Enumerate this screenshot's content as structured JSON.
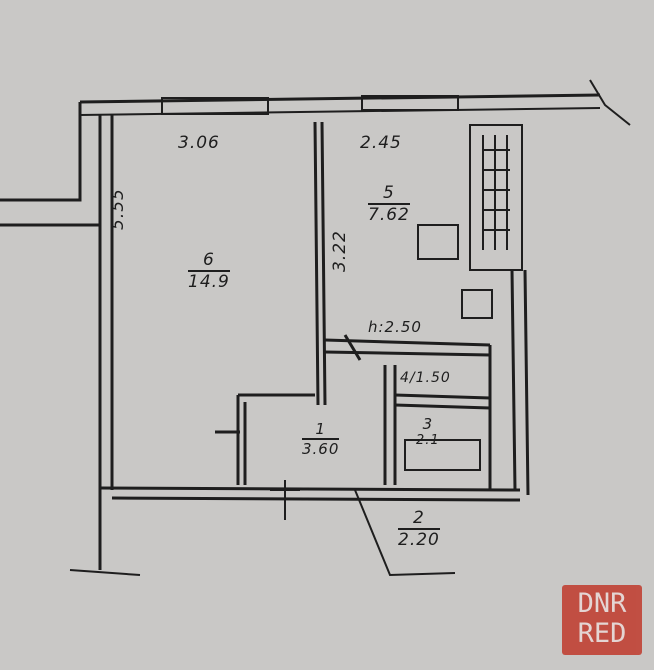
{
  "plan": {
    "dimensions": {
      "room6_width": "3.06",
      "room5_width": "2.45",
      "room6_length": "5.55",
      "room5_length": "3.22",
      "ceiling_height": "h:2.50"
    },
    "rooms": [
      {
        "number": "6",
        "area": "14.9"
      },
      {
        "number": "5",
        "area": "7.62"
      },
      {
        "number": "4",
        "area": "1.50"
      },
      {
        "number": "3",
        "area": "2.1"
      },
      {
        "number": "1",
        "area": "3.60"
      },
      {
        "number": "2",
        "area": "2.20"
      }
    ]
  },
  "watermark": {
    "line1": "DNR",
    "line2": "RED"
  }
}
